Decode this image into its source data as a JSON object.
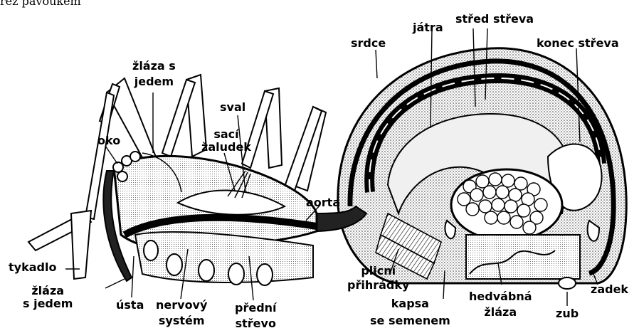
{
  "heading_fragment": "řez pavoukem",
  "labels": {
    "zlaza_s_jedem_top": [
      "žláza s",
      "jedem"
    ],
    "oko": "oko",
    "sval": "sval",
    "saci_zaludek": [
      "sací",
      "žaludek"
    ],
    "srdce": "srdce",
    "jatra": "játra",
    "stred_streva": "střed střeva",
    "konec_streva": "konec střeva",
    "aorta": "aorta",
    "tykadlo": "tykadlo",
    "zlaza_s_jedem_bottom": [
      "žláza",
      "s jedem"
    ],
    "usta": "ústa",
    "nervovy_system": [
      "nervový",
      "systém"
    ],
    "predni_strevo": [
      "přední",
      "střevo"
    ],
    "plicni_prihradky": [
      "plicní",
      "přihrádky"
    ],
    "kapsa_se_semenem": [
      "kapsa",
      "se semenem"
    ],
    "hedvabna_zlaza": [
      "hedvábná",
      "žláza"
    ],
    "zub": "zub",
    "zadek": "zadek"
  },
  "colors": {
    "ink": "#000000",
    "paper": "#ffffff",
    "stipple": "#5a5a5a",
    "light_organ": "#f0f0f0"
  }
}
